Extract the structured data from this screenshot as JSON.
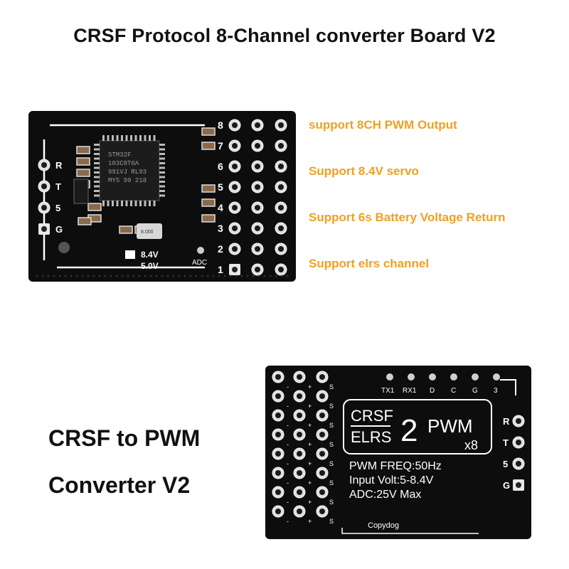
{
  "title": "CRSF Protocol 8-Channel converter Board V2",
  "features": [
    "support 8CH PWM Output",
    "Support 8.4V servo",
    "Support 6s Battery Voltage Return",
    "Support elrs channel"
  ],
  "product_name": [
    "CRSF to PWM",
    "Converter V2"
  ],
  "board_top": {
    "chip_lines": [
      "STM32F",
      "103C8T6A",
      "991VJ RL93",
      "MYS 99 218"
    ],
    "side_pins": [
      "R",
      "T",
      "5",
      "G"
    ],
    "channel_numbers": [
      "8",
      "7",
      "6",
      "5",
      "4",
      "3",
      "2",
      "1"
    ],
    "voltage_labels": [
      "8.4V",
      "5.0V"
    ],
    "adc_label": "ADC",
    "crystal_label": "8.000"
  },
  "board_bottom": {
    "top_pins": [
      "TX1",
      "RX1",
      "D",
      "C",
      "G",
      "3"
    ],
    "side_pins": [
      "R",
      "T",
      "5",
      "G"
    ],
    "logo_lines": [
      "CRSF",
      "ELRS"
    ],
    "logo_number": "2",
    "logo_pwm": "PWM",
    "logo_multiplier": "x8",
    "specs": [
      "PWM FREQ:50Hz",
      "Input Volt:5-8.4V",
      "ADC:25V Max"
    ],
    "brand": "Copydog",
    "column_marks": [
      "-",
      "+",
      "S"
    ]
  },
  "colors": {
    "accent": "#f0a020",
    "pcb": "#0d0d0d",
    "silk": "#ffffff"
  }
}
